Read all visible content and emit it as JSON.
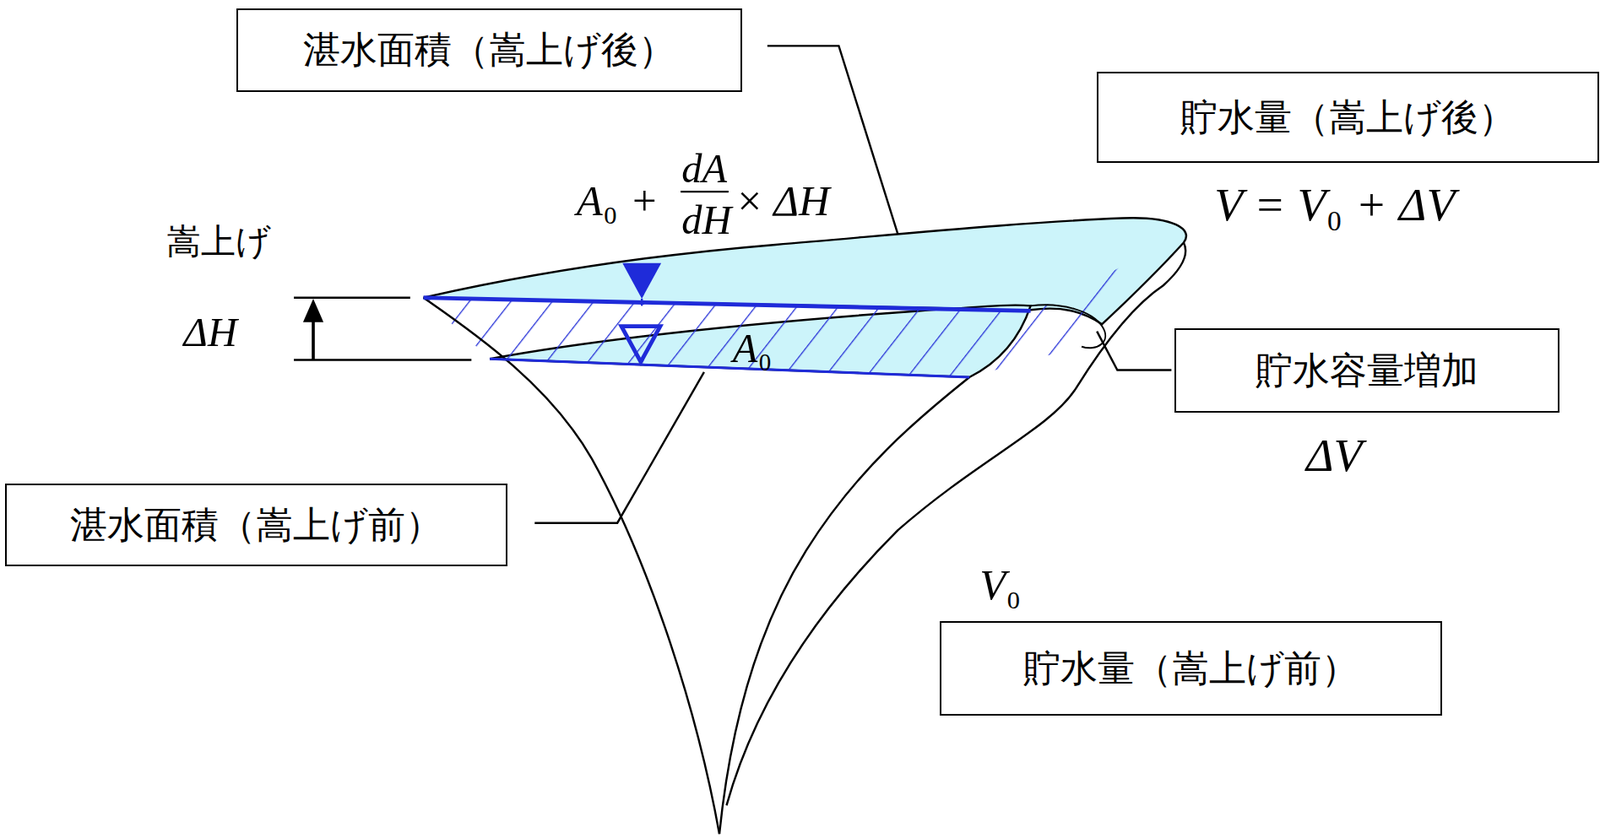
{
  "diagram": {
    "nodes": [
      {
        "text": [
          "湛水面積（嵩上げ後）"
        ]
      },
      {
        "text": [
          "貯水量（嵩上げ後）"
        ]
      },
      {
        "text": [
          "貯水容量増加"
        ]
      },
      {
        "text": [
          "湛水面積（嵩上げ前）"
        ]
      },
      {
        "text": [
          "貯水量（嵩上げ前）"
        ]
      }
    ],
    "labels": [
      "嵩上げ",
      "ΔH",
      "A",
      "0",
      "+",
      "dA",
      "dH",
      "× ΔH",
      "V = V",
      "0",
      "+ ΔV",
      "ΔV",
      "A",
      "0",
      "V",
      "0"
    ]
  }
}
